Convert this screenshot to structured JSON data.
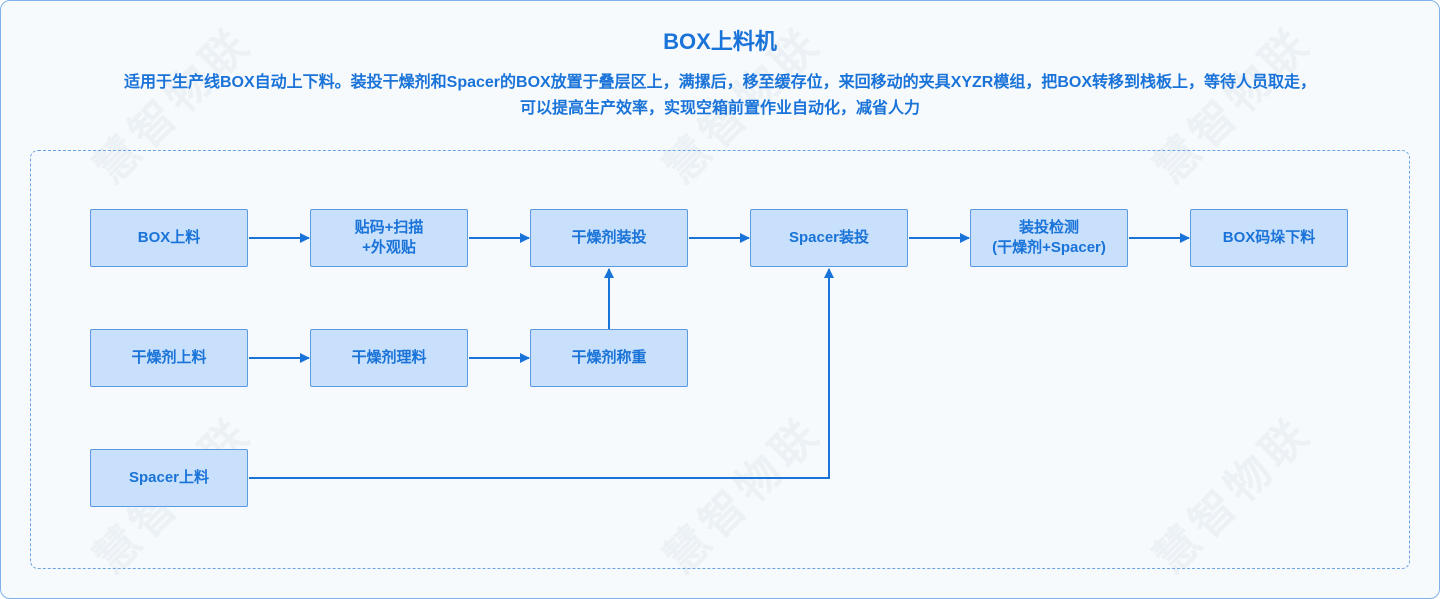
{
  "title": "BOX上料机",
  "description": {
    "line1": "适用于生产线BOX自动上下料。装投干燥剂和Spacer的BOX放置于叠层区上，满摞后，移至缓存位，来回移动的夹具XYZR模组，把BOX转移到栈板上，等待人员取走，",
    "line2": "可以提高生产效率，实现空箱前置作业自动化，减省人力"
  },
  "watermark": "慧智物联",
  "nodes": {
    "box_load": "BOX上料",
    "label_scan": "贴码+扫描\n+外观贴",
    "desiccant_pack": "干燥剂装投",
    "spacer_pack": "Spacer装投",
    "pack_inspect": "装投检测\n(干燥剂+Spacer)",
    "box_stack_unload": "BOX码垛下料",
    "desiccant_load": "干燥剂上料",
    "desiccant_sort": "干燥剂理料",
    "desiccant_weigh": "干燥剂称重",
    "spacer_load": "Spacer上料"
  },
  "colors": {
    "accent": "#1a73d8",
    "box_fill": "#c8e0fb",
    "box_border": "#5a9ae0"
  }
}
